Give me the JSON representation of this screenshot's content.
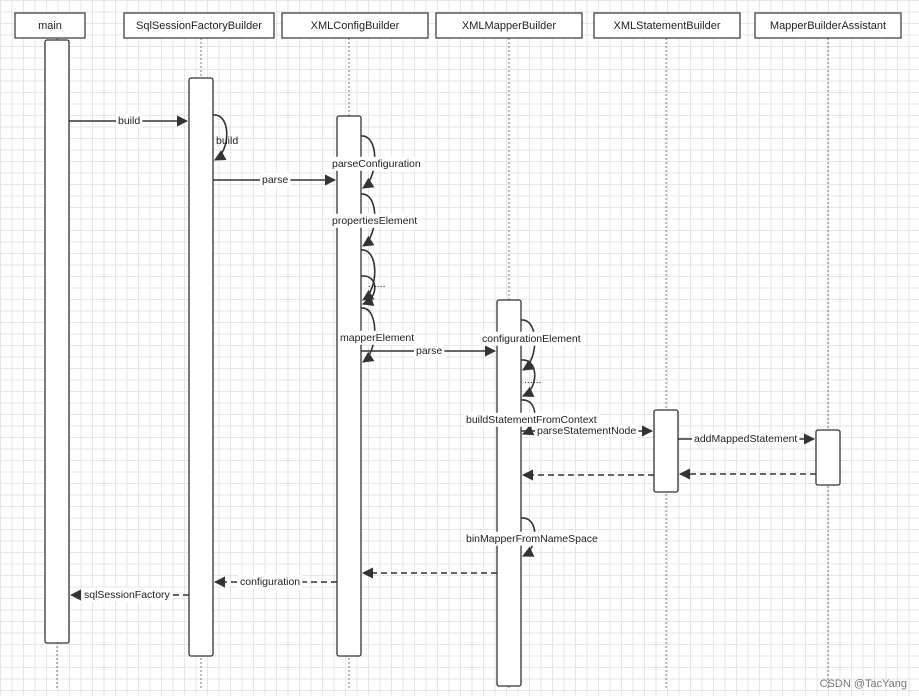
{
  "participants": [
    {
      "id": "main",
      "label": "main"
    },
    {
      "id": "sqlsessionfactorybuilder",
      "label": "SqlSessionFactoryBuilder"
    },
    {
      "id": "xmlconfigbuilder",
      "label": "XMLConfigBuilder"
    },
    {
      "id": "xmlmapperbuilder",
      "label": "XMLMapperBuilder"
    },
    {
      "id": "xmlstatementbuilder",
      "label": "XMLStatementBuilder"
    },
    {
      "id": "mapperbuilderassistant",
      "label": "MapperBuilderAssistant"
    }
  ],
  "messages": [
    {
      "label": "build",
      "from": "main",
      "to": "sqlsessionfactorybuilder",
      "kind": "call"
    },
    {
      "label": "build",
      "from": "sqlsessionfactorybuilder",
      "to": "sqlsessionfactorybuilder",
      "kind": "self"
    },
    {
      "label": "parse",
      "from": "sqlsessionfactorybuilder",
      "to": "xmlconfigbuilder",
      "kind": "call"
    },
    {
      "label": "parseConfiguration",
      "from": "xmlconfigbuilder",
      "to": "xmlconfigbuilder",
      "kind": "self"
    },
    {
      "label": "propertiesElement",
      "from": "xmlconfigbuilder",
      "to": "xmlconfigbuilder",
      "kind": "self"
    },
    {
      "label": "",
      "from": "xmlconfigbuilder",
      "to": "xmlconfigbuilder",
      "kind": "self"
    },
    {
      "label": "......",
      "from": "xmlconfigbuilder",
      "to": "xmlconfigbuilder",
      "kind": "self"
    },
    {
      "label": "mapperElement",
      "from": "xmlconfigbuilder",
      "to": "xmlconfigbuilder",
      "kind": "self"
    },
    {
      "label": "parse",
      "from": "xmlconfigbuilder",
      "to": "xmlmapperbuilder",
      "kind": "call"
    },
    {
      "label": "configurationElement",
      "from": "xmlmapperbuilder",
      "to": "xmlmapperbuilder",
      "kind": "self"
    },
    {
      "label": "......",
      "from": "xmlmapperbuilder",
      "to": "xmlmapperbuilder",
      "kind": "self"
    },
    {
      "label": "buildStatementFromContext",
      "from": "xmlmapperbuilder",
      "to": "xmlmapperbuilder",
      "kind": "self"
    },
    {
      "label": "parseStatementNode",
      "from": "xmlmapperbuilder",
      "to": "xmlstatementbuilder",
      "kind": "call"
    },
    {
      "label": "addMappedStatement",
      "from": "xmlstatementbuilder",
      "to": "mapperbuilderassistant",
      "kind": "call"
    },
    {
      "label": "",
      "from": "mapperbuilderassistant",
      "to": "xmlstatementbuilder",
      "kind": "return"
    },
    {
      "label": "",
      "from": "xmlstatementbuilder",
      "to": "xmlmapperbuilder",
      "kind": "return"
    },
    {
      "label": "binMapperFromNameSpace",
      "from": "xmlmapperbuilder",
      "to": "xmlmapperbuilder",
      "kind": "self"
    },
    {
      "label": "",
      "from": "xmlmapperbuilder",
      "to": "xmlconfigbuilder",
      "kind": "return"
    },
    {
      "label": "configuration",
      "from": "xmlconfigbuilder",
      "to": "sqlsessionfactorybuilder",
      "kind": "return"
    },
    {
      "label": "sqlSessionFactory",
      "from": "sqlsessionfactorybuilder",
      "to": "main",
      "kind": "return"
    }
  ],
  "watermark": "CSDN @TacYang"
}
